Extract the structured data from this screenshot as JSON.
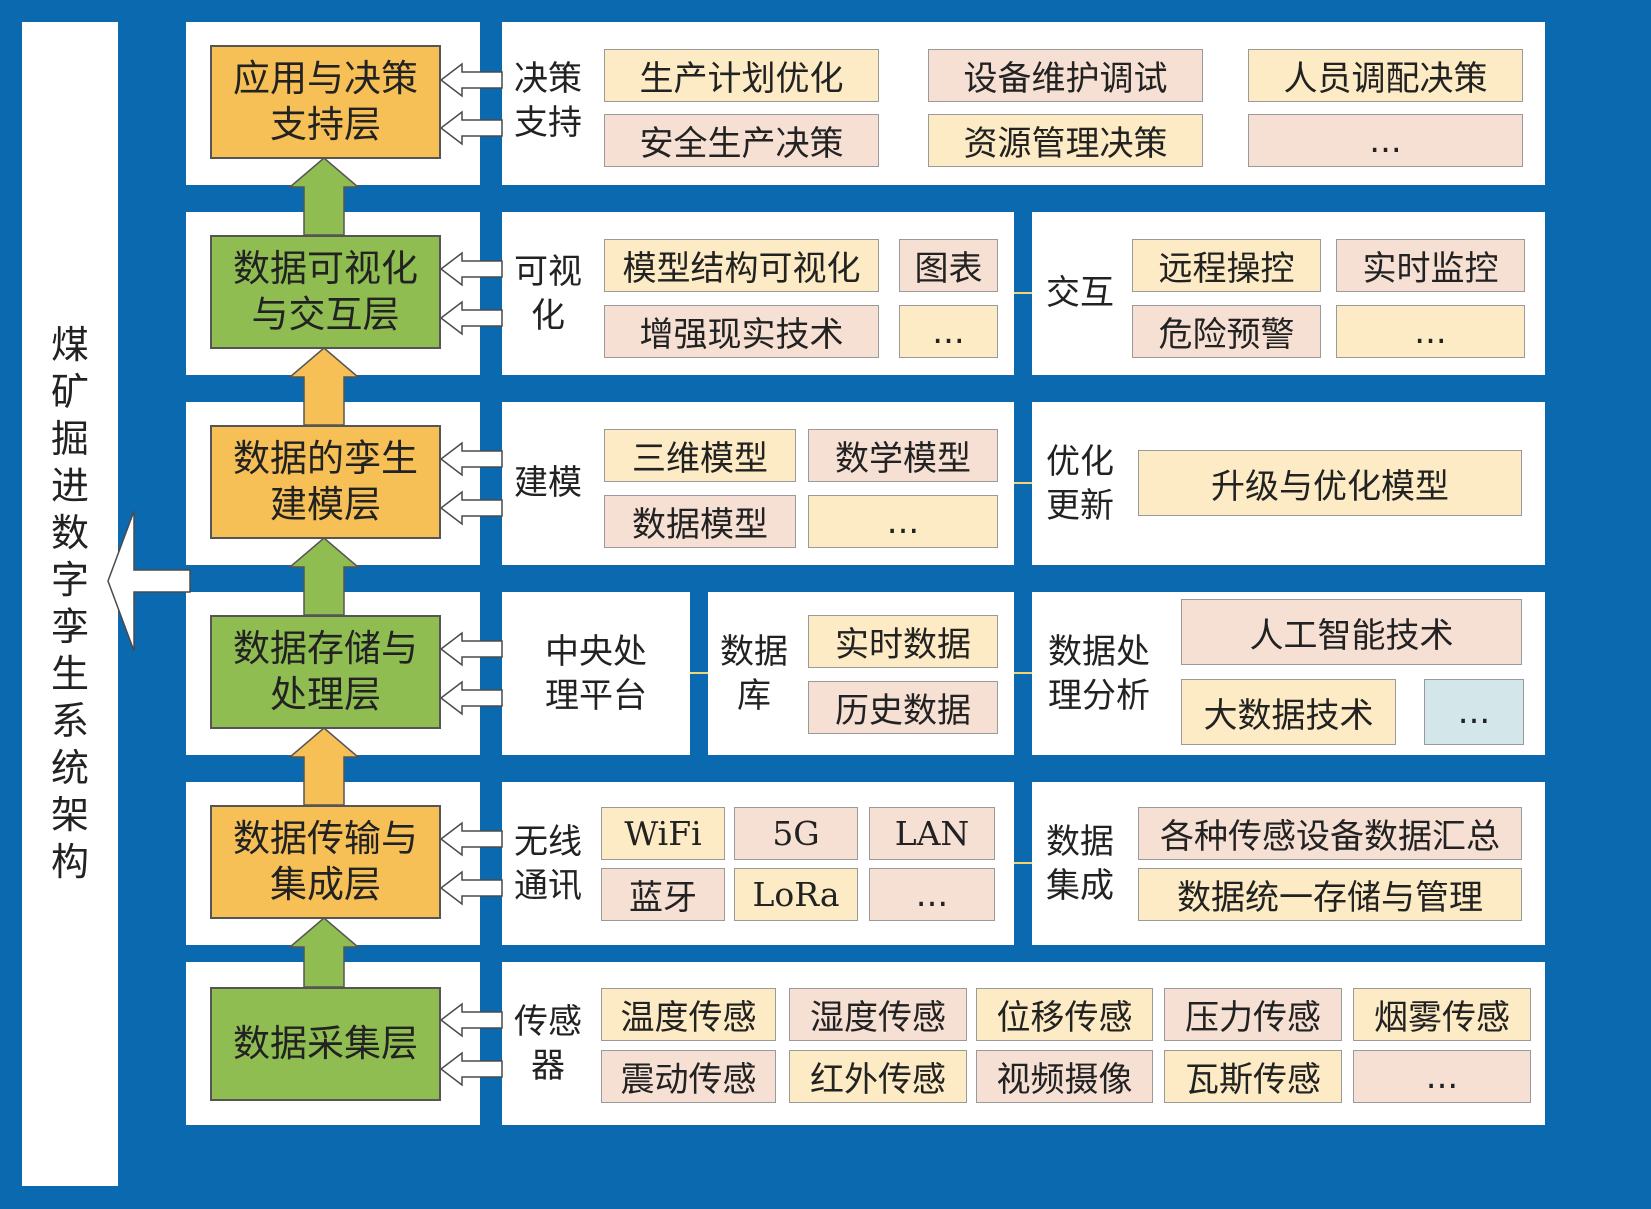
{
  "colors": {
    "background": "#0b69b0",
    "panel": "#ffffff",
    "layer_orange": "#f6c056",
    "layer_green": "#8fbd52",
    "item_cream": "#fcebc4",
    "item_pink": "#f6e0d4",
    "item_blue": "#d3e6ea"
  },
  "system_title": "煤矿掘进数字孪生系统架构",
  "layers": [
    {
      "name": "应用与决策支持层",
      "groups": [
        {
          "label": "决策支持",
          "items": [
            "生产计划优化",
            "设备维护调试",
            "人员调配决策",
            "安全生产决策",
            "资源管理决策",
            "..."
          ]
        }
      ]
    },
    {
      "name": "数据可视化与交互层",
      "groups": [
        {
          "label": "可视化",
          "items": [
            "模型结构可视化",
            "图表",
            "增强现实技术",
            "..."
          ]
        },
        {
          "label": "交互",
          "items": [
            "远程操控",
            "实时监控",
            "危险预警",
            "..."
          ]
        }
      ]
    },
    {
      "name": "数据的孪生建模层",
      "groups": [
        {
          "label": "建模",
          "items": [
            "三维模型",
            "数学模型",
            "数据模型",
            "..."
          ]
        },
        {
          "label": "优化更新",
          "items": [
            "升级与优化模型"
          ]
        }
      ]
    },
    {
      "name": "数据存储与处理层",
      "groups": [
        {
          "label": "中央处理平台",
          "items": []
        },
        {
          "label": "数据库",
          "items": [
            "实时数据",
            "历史数据"
          ]
        },
        {
          "label": "数据处理分析",
          "items": [
            "人工智能技术",
            "大数据技术",
            "..."
          ]
        }
      ]
    },
    {
      "name": "数据传输与集成层",
      "groups": [
        {
          "label": "无线通讯",
          "items": [
            "WiFi",
            "5G",
            "LAN",
            "蓝牙",
            "LoRa",
            "..."
          ]
        },
        {
          "label": "数据集成",
          "items": [
            "各种传感设备数据汇总",
            "数据统一存储与管理"
          ]
        }
      ]
    },
    {
      "name": "数据采集层",
      "groups": [
        {
          "label": "传感器",
          "items": [
            "温度传感",
            "湿度传感",
            "位移传感",
            "压力传感",
            "烟雾传感",
            "震动传感",
            "红外传感",
            "视频摄像",
            "瓦斯传感",
            "..."
          ]
        }
      ]
    }
  ]
}
